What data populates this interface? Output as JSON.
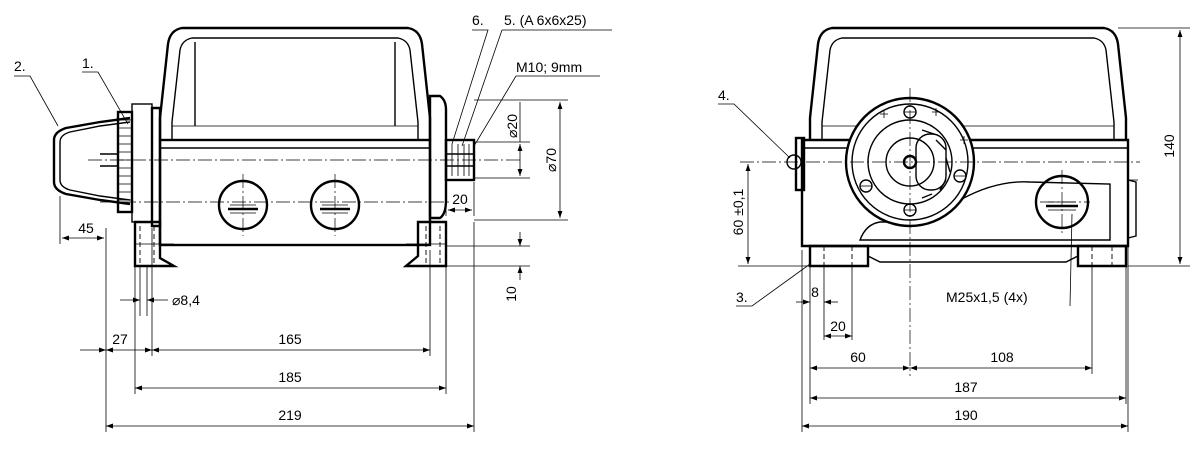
{
  "callouts": {
    "c1": "1.",
    "c2": "2.",
    "c3": "3.",
    "c4": "4.",
    "c5": "5. (A 6x6x25)",
    "c6": "6."
  },
  "left_view": {
    "thread_label": "M10; 9mm",
    "dia_20": "⌀20",
    "dia_70": "⌀70",
    "dim_20": "20",
    "dim_45": "45",
    "dim_10": "10",
    "hole_dia": "⌀8,4",
    "dim_27": "27",
    "dim_165": "165",
    "dim_185": "185",
    "dim_219": "219"
  },
  "right_view": {
    "dim_140": "140",
    "dim_60_tol": "60 ±0,1",
    "dim_8": "8",
    "dim_20": "20",
    "dim_60": "60",
    "dim_108": "108",
    "dim_187": "187",
    "dim_190": "190",
    "thread_label": "M25x1,5 (4x)"
  }
}
